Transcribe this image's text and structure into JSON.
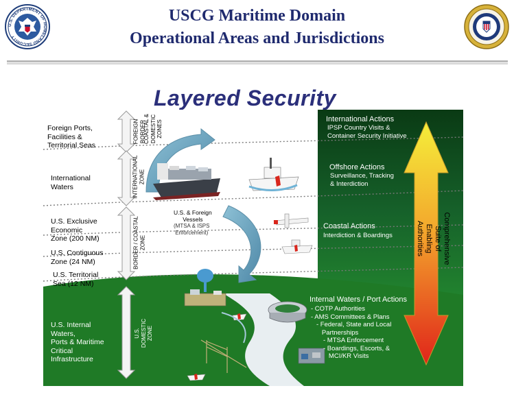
{
  "header": {
    "title_line1": "USCG Maritime Domain",
    "title_line2": "Operational Areas and Jurisdictions",
    "left_seal_text": "U.S. DEPARTMENT OF HOMELAND SECURITY"
  },
  "diagram": {
    "heading": "Layered Security",
    "zones": {
      "foreign_ports": "Foreign Ports,\nFacilities &\nTerritorial Seas",
      "international_waters": "International\nWaters",
      "eez": "U.S. Exclusive\nEconomic\nZone (200 NM)",
      "contiguous": "U.S. Contiguous\nZone (24 NM)",
      "territorial": "U.S. Territorial\nSea (12 NM)",
      "internal": "U.S. Internal\nWaters,\nPorts & Maritime\nCritical\nInfrastructure"
    },
    "zone_arrows": {
      "foreign": "FOREIGN\nBORDER",
      "coastal_domestic": "COASTAL &\nDOMESTIC\nZONES",
      "international": "INTERNATIONAL\nZONE",
      "border_coastal": "BORDER / COASTAL\nZONE",
      "domestic": "U.S.\nDOMESTIC\nZONE"
    },
    "actions": {
      "international_title": "International Actions",
      "international_detail": "IPSP Country Visits &\nContainer Security Initiative",
      "offshore_title": "Offshore Actions",
      "offshore_detail": "Surveillance, Tracking\n& Interdiction",
      "coastal_title": "Coastal Actions",
      "coastal_detail": "Interdiction & Boardings",
      "internal_title": "Internal Waters / Port Actions",
      "internal_items": [
        "- COTP Authorities",
        "- AMS Committees & Plans",
        "- Federal, State and Local",
        "   Partnerships",
        "- MTSA Enforcement",
        "- Boardings, Escorts, &",
        "   MCI/KR Visits"
      ]
    },
    "vessels_note": "U.S. & Foreign\nVessels",
    "vessels_sub": "(MTSA & ISPS\nEnforcement)",
    "authorities": "Comprehensive Suite of\nEnabling Authorities"
  },
  "colors": {
    "title": "#1f2a6e",
    "heading": "#2b2f7a",
    "water_top": "#0d3f16",
    "land": "#1f7a26",
    "arrow_top": "#f4ee3a",
    "arrow_bottom": "#e0241a"
  }
}
